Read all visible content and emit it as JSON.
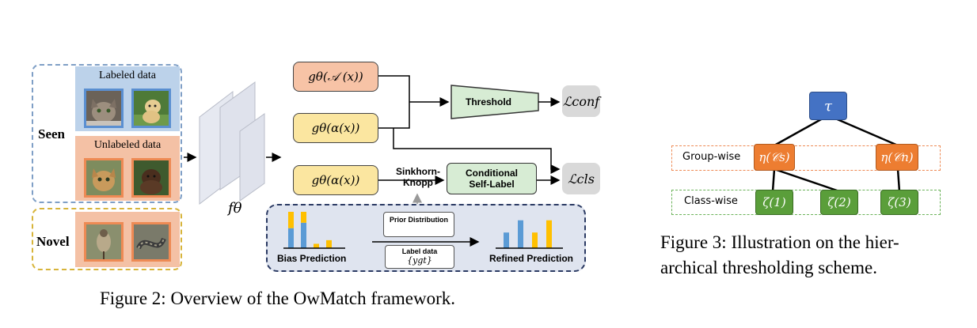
{
  "figure2": {
    "seen_label": "Seen",
    "novel_label": "Novel",
    "labeled_data": "Labeled data",
    "unlabeled_data": "Unlabeled data",
    "f_theta": "fθ",
    "g_strong": "gθ(𝒜 (x))",
    "g_weak_1": "gθ(α(x))",
    "g_weak_2": "gθ(α(x))",
    "threshold": "Threshold",
    "loss_conf": "ℒconf",
    "loss_cls": "ℒcls",
    "sinkhorn": "Sinkhorn-\nKnopp",
    "conditional": "Conditional\nSelf-Label",
    "prior_distribution": "Prior Distribution",
    "label_data": "Label data",
    "label_set": "{ygt}",
    "bias_prediction": "Bias Prediction",
    "refined_prediction": "Refined Prediction",
    "caption": "Figure 2: Overview of the OwMatch framework.",
    "colors": {
      "blue_bar": "#5b9bd5",
      "yellow_bar": "#ffc000",
      "peach": "#f7c3a6",
      "yellow": "#fbe6a0",
      "green": "#d7ecd4"
    },
    "bias_bars": [
      {
        "blue": 0.55,
        "yellow": 0.45
      },
      {
        "blue": 0.7,
        "yellow": 0.3
      },
      {
        "blue": 0.0,
        "yellow": 0.12
      },
      {
        "blue": 0.0,
        "yellow": 0.22
      }
    ],
    "refined_bars": [
      {
        "color": "blue",
        "value": 0.55
      },
      {
        "color": "blue",
        "value": 0.98
      },
      {
        "color": "yellow",
        "value": 0.55
      },
      {
        "color": "yellow",
        "value": 0.98
      }
    ]
  },
  "figure3": {
    "tau": "τ",
    "group_wise": "Group-wise",
    "class_wise": "Class-wise",
    "eta_s": "η(𝒞s)",
    "eta_n": "η(𝒞n)",
    "zeta_1": "ζ(1)",
    "zeta_2": "ζ(2)",
    "zeta_3": "ζ(3)",
    "caption_line1": "Figure 3: Illustration on the hier-",
    "caption_line2": "archical thresholding scheme.",
    "colors": {
      "tau": "#4472c4",
      "eta": "#ed7d31",
      "zeta": "#5a9e3a"
    }
  }
}
